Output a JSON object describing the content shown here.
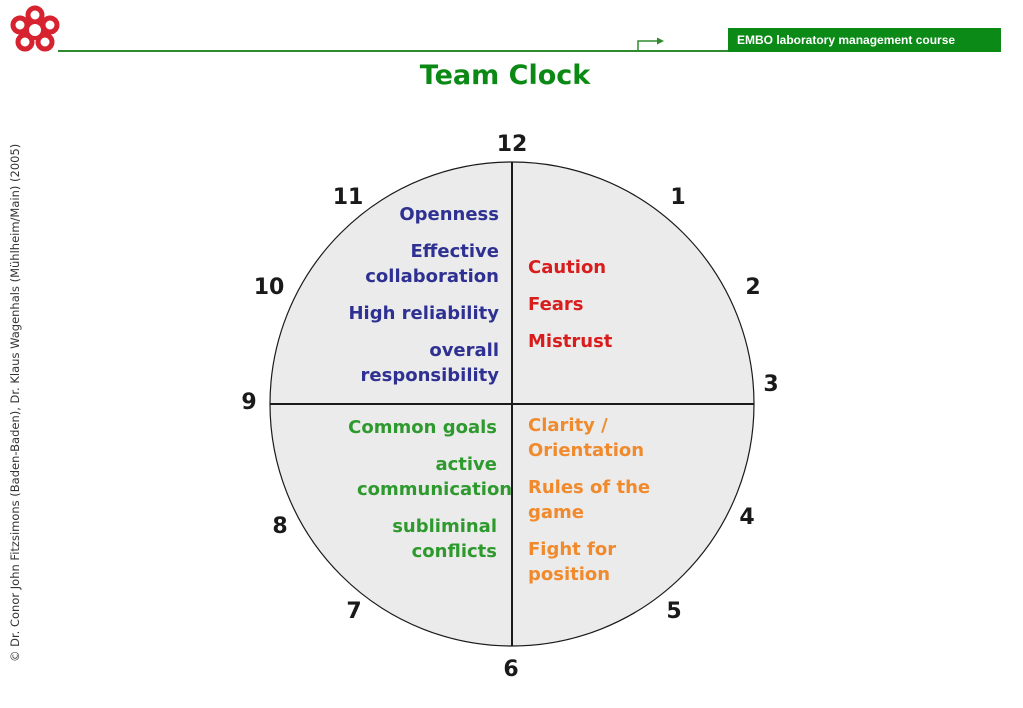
{
  "header": {
    "banner_text": "EMBO laboratory management course",
    "logo_icon": "flower-logo-icon",
    "accent_color": "#0c8a17"
  },
  "title": "Team Clock",
  "copyright": "© Dr. Conor John Fitzsimons (Baden-Baden), Dr. Klaus Wagenhals (Mühlheim/Main) (2005)",
  "clock": {
    "numbers": [
      "12",
      "1",
      "2",
      "3",
      "4",
      "5",
      "6",
      "7",
      "8",
      "9",
      "10",
      "11"
    ],
    "quadrants": {
      "top_left": {
        "color": "#2e3192",
        "items": [
          "Openness",
          "Effective collaboration",
          "High reliability",
          "overall responsibility"
        ]
      },
      "top_right": {
        "color": "#d91c1c",
        "items": [
          "Caution",
          "Fears",
          "Mistrust"
        ]
      },
      "bottom_left": {
        "color": "#2e9a2e",
        "items": [
          "Common goals",
          "active communication",
          "subliminal conflicts"
        ]
      },
      "bottom_right": {
        "color": "#f08a2c",
        "items": [
          "Clarity / Orientation",
          "Rules of the game",
          "Fight for position"
        ]
      }
    }
  }
}
